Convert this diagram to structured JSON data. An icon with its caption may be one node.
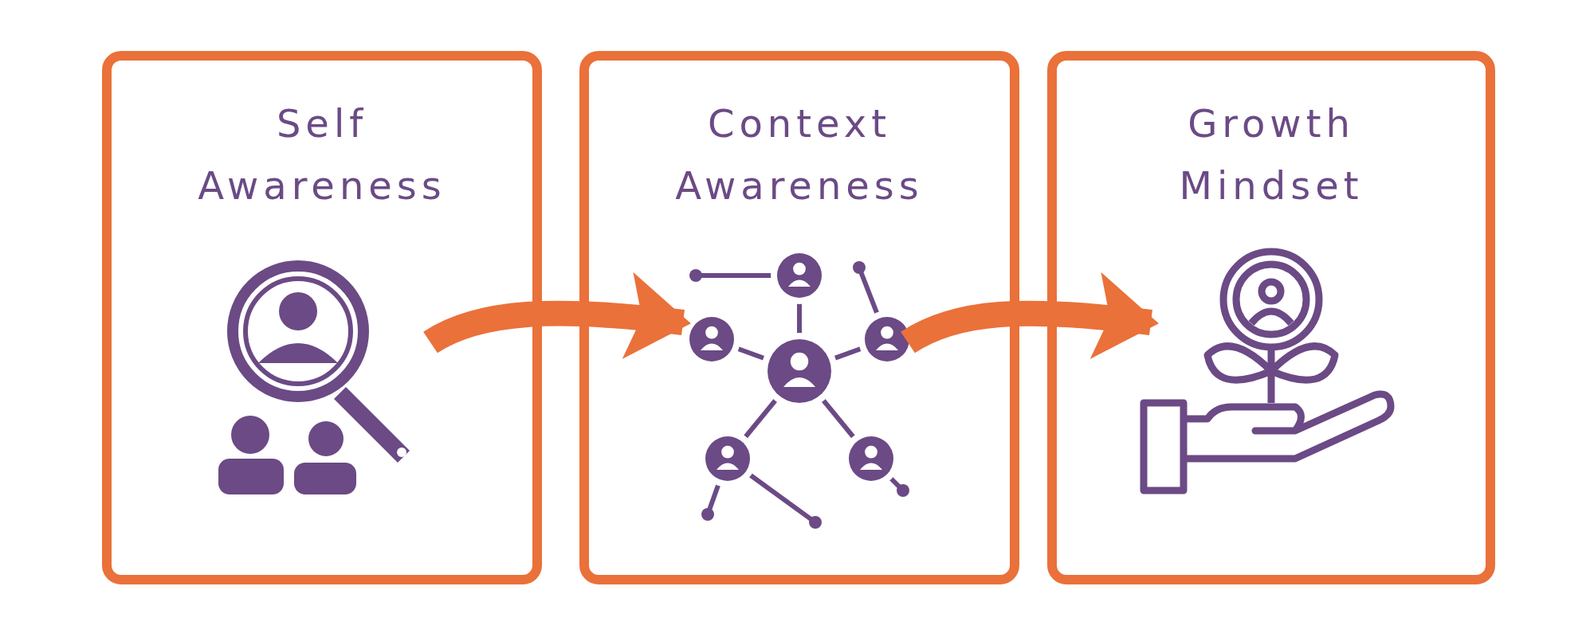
{
  "diagram": {
    "nodes": [
      {
        "text": [
          "Self Awareness"
        ]
      },
      {
        "text": [
          "Context Awareness"
        ]
      },
      {
        "text": [
          "Growth Mindset"
        ]
      }
    ],
    "edges": [
      {
        "from": 0,
        "to": 1,
        "arrow": "to"
      },
      {
        "from": 1,
        "to": 2,
        "arrow": "to"
      }
    ]
  }
}
